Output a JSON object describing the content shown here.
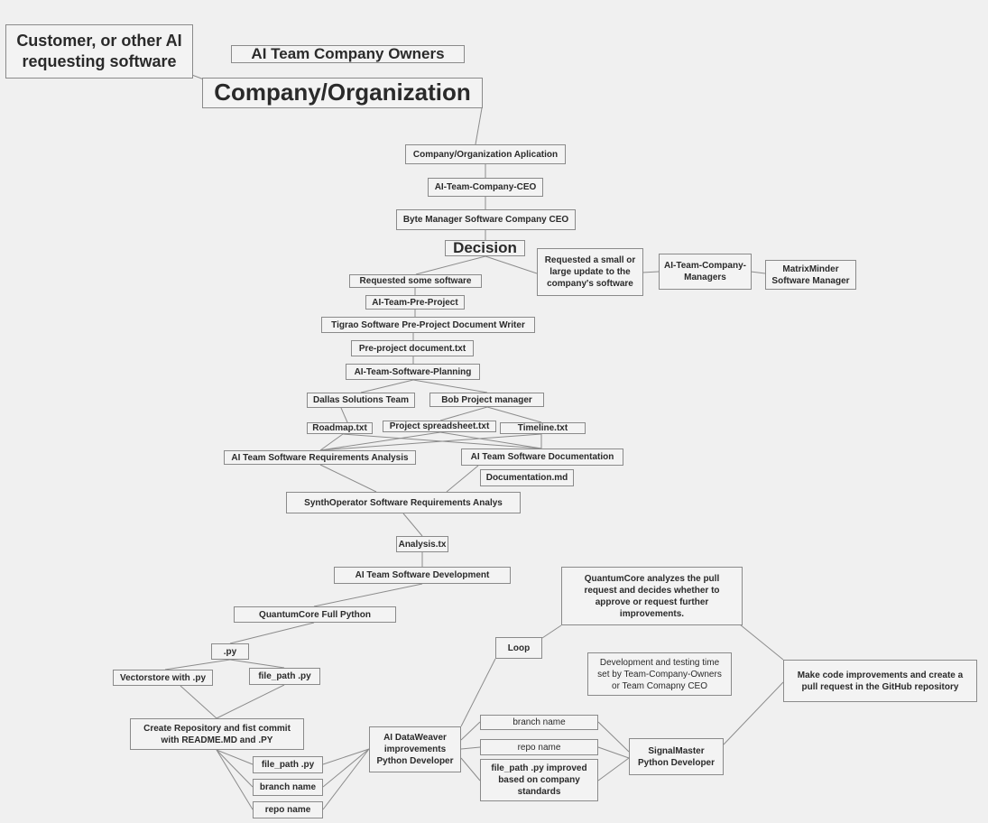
{
  "nodes": [
    {
      "id": "customer",
      "text": "Customer, or other AI requesting software"
    },
    {
      "id": "owners",
      "text": "AI Team Company Owners"
    },
    {
      "id": "company",
      "text": "Company/Organization"
    },
    {
      "id": "app",
      "text": "Company/Organization Aplication"
    },
    {
      "id": "ceo_team",
      "text": "AI-Team-Company-CEO"
    },
    {
      "id": "byte",
      "text": "Byte Manager Software Company CEO"
    },
    {
      "id": "decision",
      "text": "Decision"
    },
    {
      "id": "update",
      "text": "Requested a small or large update to the company's software"
    },
    {
      "id": "managers",
      "text": "AI-Team-Company-Managers"
    },
    {
      "id": "matrix",
      "text": "MatrixMinder Software Manager"
    },
    {
      "id": "requested",
      "text": "Requested some software"
    },
    {
      "id": "preproject",
      "text": "AI-Team-Pre-Project"
    },
    {
      "id": "tigrao",
      "text": "Tigrao Software Pre-Project Document Writer"
    },
    {
      "id": "predoc",
      "text": "Pre-project document.txt"
    },
    {
      "id": "planning",
      "text": "AI-Team-Software-Planning"
    },
    {
      "id": "dallas",
      "text": "Dallas Solutions Team"
    },
    {
      "id": "bob",
      "text": "Bob Project manager"
    },
    {
      "id": "roadmap",
      "text": "Roadmap.txt"
    },
    {
      "id": "spreadsheet",
      "text": "Project spreadsheet.txt"
    },
    {
      "id": "timeline",
      "text": "Timeline.txt"
    },
    {
      "id": "reqanalysis",
      "text": "AI Team Software Requirements Analysis"
    },
    {
      "id": "documentation",
      "text": "AI Team Software Documentation"
    },
    {
      "id": "docmd",
      "text": "Documentation.md"
    },
    {
      "id": "synth",
      "text": "SynthOperator Software Requirements Analys"
    },
    {
      "id": "analysis",
      "text": "Analysis.tx"
    },
    {
      "id": "development",
      "text": "AI Team Software Development"
    },
    {
      "id": "qcpython",
      "text": "QuantumCore Full Python"
    },
    {
      "id": "py",
      "text": ".py"
    },
    {
      "id": "vector",
      "text": "Vectorstore with .py"
    },
    {
      "id": "filepath1",
      "text": "file_path .py"
    },
    {
      "id": "createrepo",
      "text": "Create Repository and fist commit with README.MD and .PY"
    },
    {
      "id": "filepath2",
      "text": "file_path .py"
    },
    {
      "id": "branch1",
      "text": "branch name"
    },
    {
      "id": "repo1",
      "text": "repo name"
    },
    {
      "id": "dataweaver",
      "text": "AI DataWeaver improvements Python Developer"
    },
    {
      "id": "loop",
      "text": "Loop"
    },
    {
      "id": "qcanalyzes",
      "text": "QuantumCore analyzes the pull request and decides whether to approve or request further improvements."
    },
    {
      "id": "devtime",
      "text": "Development and testing time set by Team-Company-Owners or Team Comapny CEO"
    },
    {
      "id": "makeimprove",
      "text": "Make code improvements and create a pull request in the GitHub repository"
    },
    {
      "id": "branch2",
      "text": "branch name"
    },
    {
      "id": "repo2",
      "text": "repo name"
    },
    {
      "id": "filepath3",
      "text": "file_path .py improved based on company standards"
    },
    {
      "id": "signal",
      "text": "SignalMaster Python Developer"
    }
  ]
}
